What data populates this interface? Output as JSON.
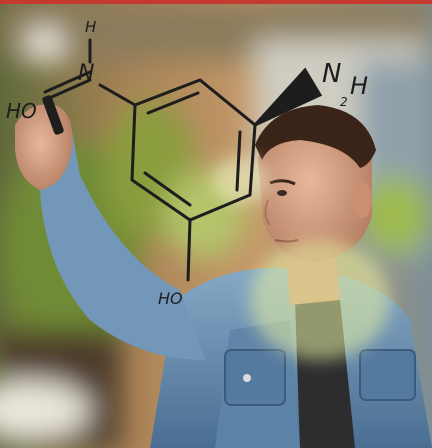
{
  "scene": {
    "description_role": "photo",
    "subject": "man-drawing-molecule",
    "palette": {
      "background_warm": "#b88a5a",
      "background_green": "#7f9a43",
      "jacket": "#6e93b3",
      "jacket_dark": "#3d5c7b",
      "skin": "#d9a488",
      "hair": "#3a2418",
      "ink": "#1d1d1d",
      "top_stripe": "#c43a2e"
    }
  },
  "formula": {
    "label_h_top": "H",
    "label_n_left": "N",
    "label_ho_left": "HO",
    "label_nh2_n": "N",
    "label_nh2_h": "H",
    "label_nh2_sub": "2",
    "label_ho_bottom": "HO"
  }
}
